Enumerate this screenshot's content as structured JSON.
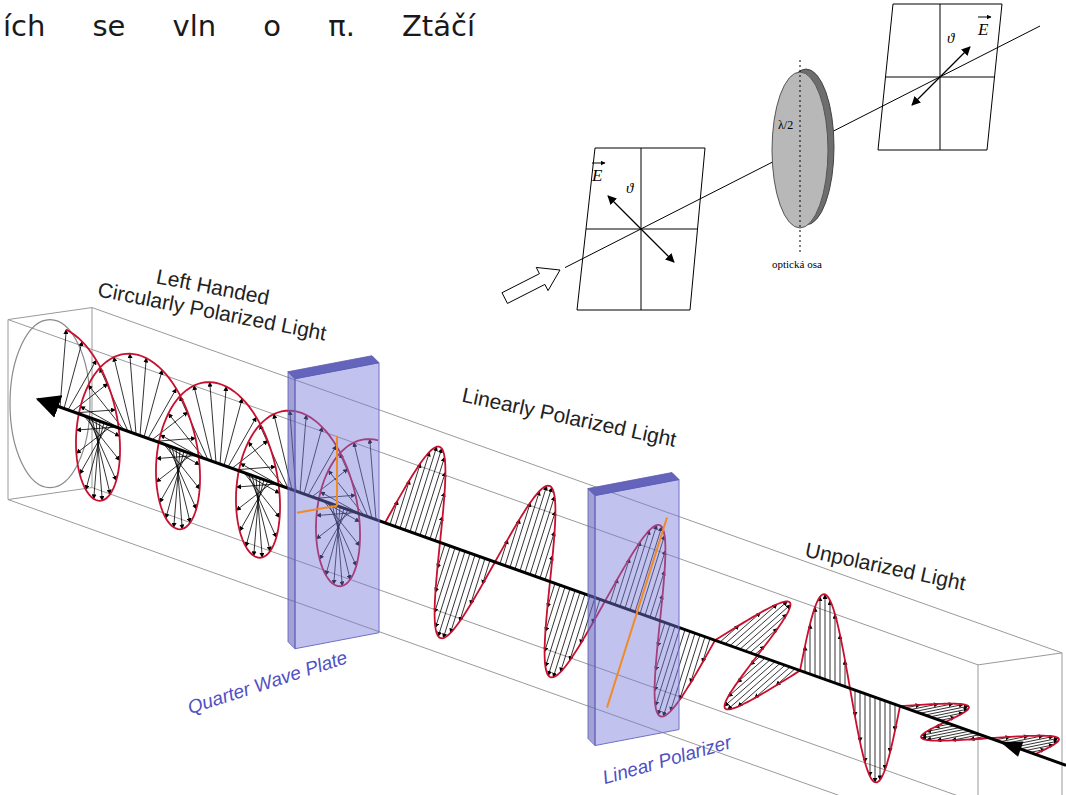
{
  "diagram": {
    "labels": [
      "ích se vln o π. Ztáčí",
      "E",
      "ϑ",
      "λ/2",
      "optická osa",
      "E",
      "ϑ",
      "Left Handed Circularly Polarized Light",
      "Linearly Polarized Light",
      "Unpolarized Light",
      "Quarter Wave Plate",
      "Linear Polarizer"
    ]
  }
}
